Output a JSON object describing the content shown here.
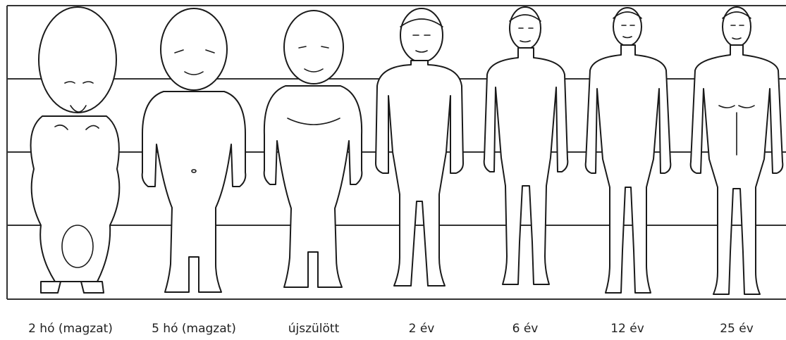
{
  "colors": {
    "outline": "#1a1a1a",
    "grid": "#333333",
    "text": "#222222",
    "background": "#ffffff"
  },
  "stages": [
    {
      "label": "2 hó (magzat)",
      "kind": "fetus2"
    },
    {
      "label": "5 hó (magzat)",
      "kind": "fetus5"
    },
    {
      "label": "újszülött",
      "kind": "newborn"
    },
    {
      "label": "2 év",
      "kind": "child2"
    },
    {
      "label": "6 év",
      "kind": "child6"
    },
    {
      "label": "12 év",
      "kind": "youth12"
    },
    {
      "label": "25 év",
      "kind": "adult25"
    }
  ]
}
